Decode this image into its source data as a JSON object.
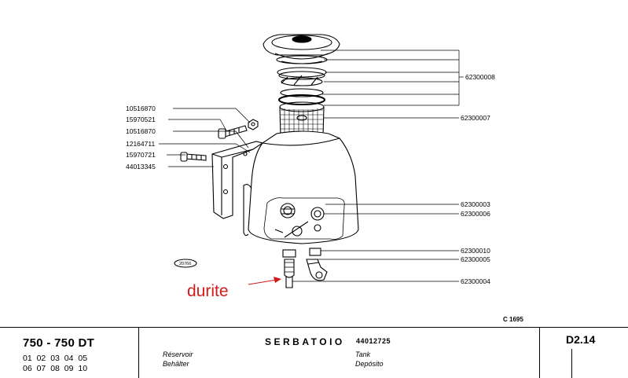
{
  "parts_left": [
    "10516870",
    "15970521",
    "10516870",
    "12164711",
    "15970721",
    "44013345"
  ],
  "parts_right": [
    "62300008",
    "62300007",
    "62300003",
    "62300006",
    "62300010",
    "62300005",
    "62300004"
  ],
  "drawing_tag": "20766",
  "annotation": "durite",
  "annotation_color": "#d21a1a",
  "catalog_ref": "C 1695",
  "title_block": {
    "model": "750 - 750 DT",
    "numbers_row1": "01 02 03 04 05",
    "numbers_row2": "06 07 08 09 10",
    "title_it": "SERBATOIO",
    "title_code": "44012725",
    "title_fr": "Réservoir",
    "title_de": "Behälter",
    "title_en": "Tank",
    "title_es": "Depósito",
    "sheet": "D2.14"
  }
}
